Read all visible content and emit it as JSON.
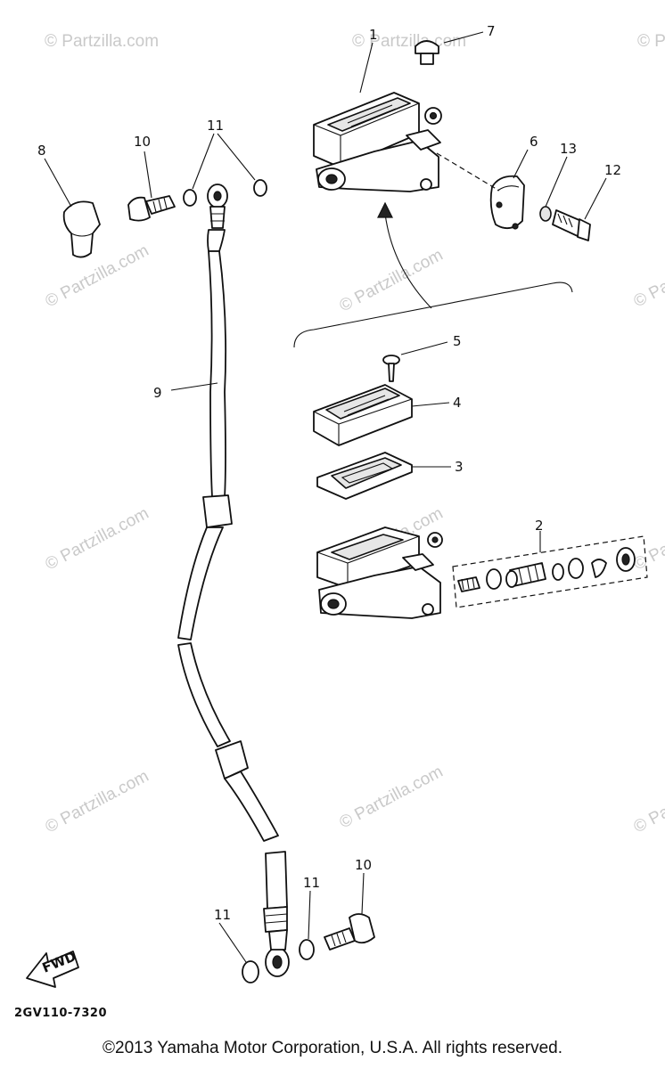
{
  "watermark": "© Partzilla.com",
  "callouts": [
    "1",
    "2",
    "3",
    "4",
    "5",
    "6",
    "7",
    "8",
    "9",
    "10",
    "10",
    "11",
    "11",
    "11",
    "12",
    "13"
  ],
  "diagram_code": "2GV110-7320",
  "arrow_label": "FWD",
  "copyright": "©2013 Yamaha Motor Corporation, U.S.A. All rights reserved."
}
